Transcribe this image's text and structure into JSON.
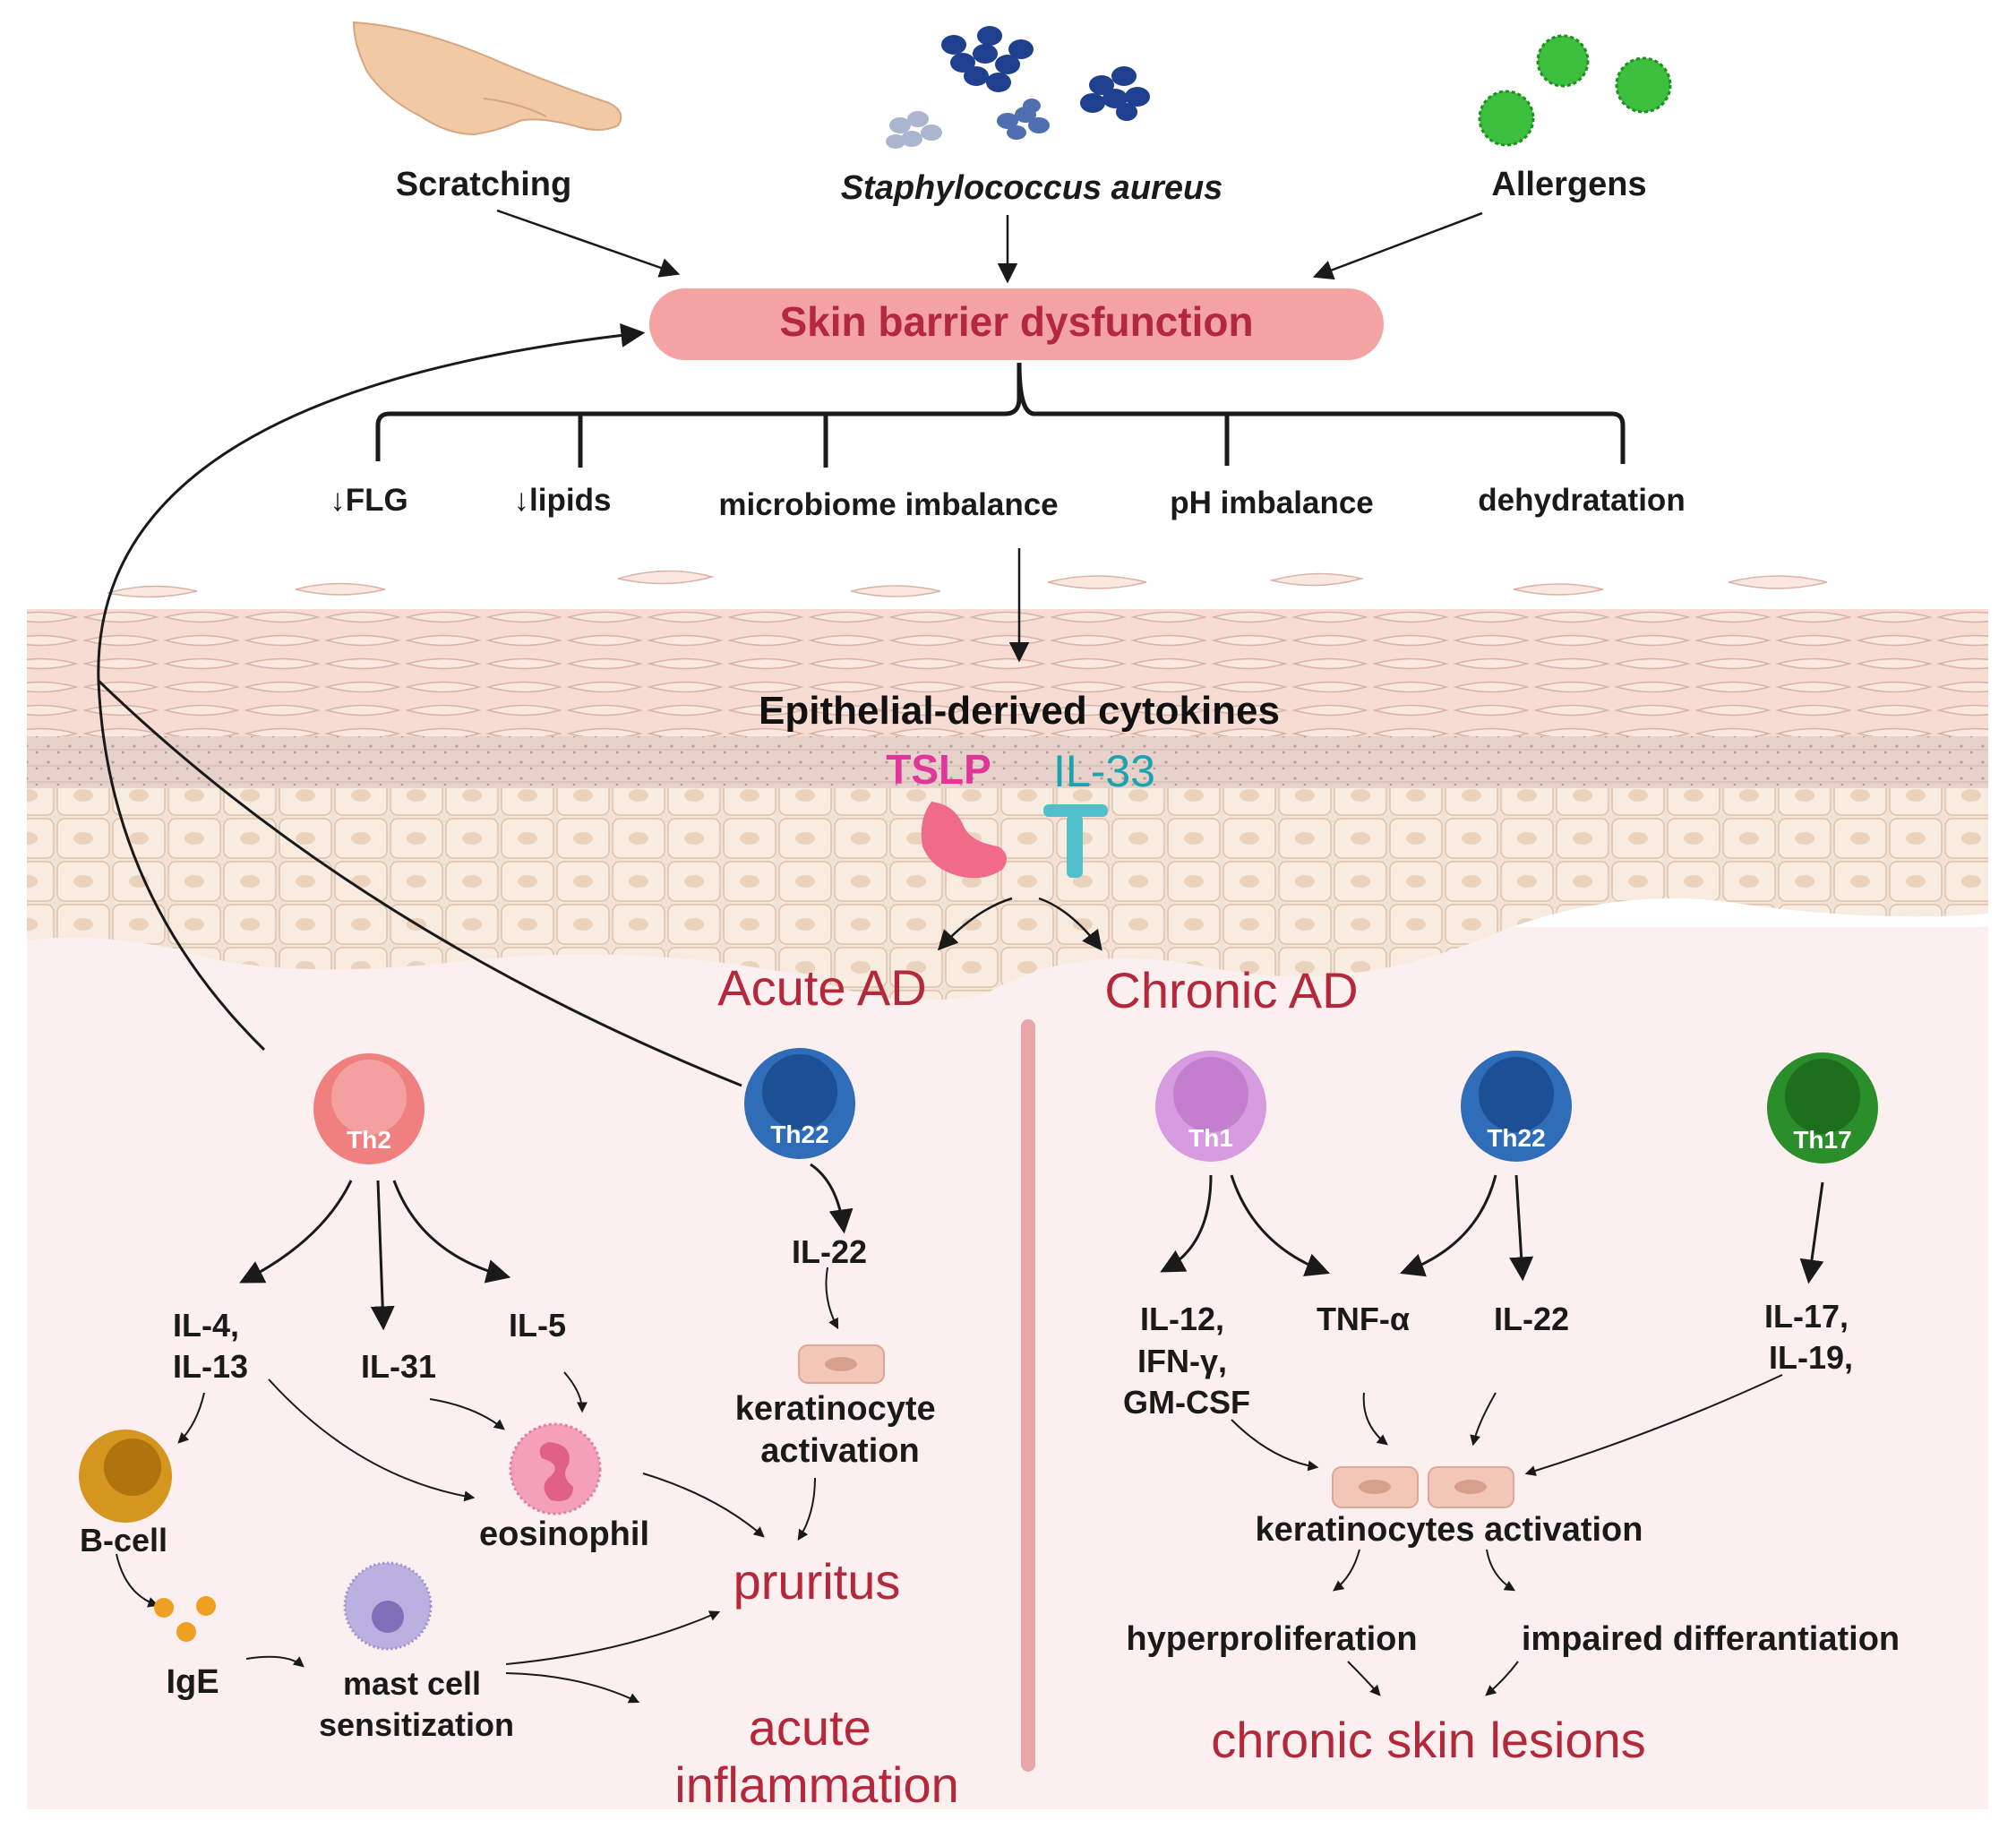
{
  "triggers": {
    "scratching": "Scratching",
    "staph": "Staphylococcus aureus",
    "allergens": "Allergens"
  },
  "barrier": {
    "title": "Skin barrier dysfunction"
  },
  "defects": {
    "flg": "↓FLG",
    "lipids": "↓lipids",
    "microbiome": "microbiome imbalance",
    "ph": "pH imbalance",
    "dehydration": "dehydratation"
  },
  "epithelium": {
    "title": "Epithelial-derived cytokines",
    "tslp": "TSLP",
    "il33": "IL-33"
  },
  "acute": {
    "title": "Acute AD",
    "th2": "Th2",
    "th22": "Th22",
    "il4_13_line1": "IL-4,",
    "il4_13_line2": "IL-13",
    "il31": "IL-31",
    "il5": "IL-5",
    "il22": "IL-22",
    "kera_line1": "keratinocyte",
    "kera_line2": "activation",
    "bcell": "B-cell",
    "eosinophil": "eosinophil",
    "ige": "IgE",
    "mast_line1": "mast cell",
    "mast_line2": "sensitization",
    "pruritus": "pruritus",
    "inflam_line1": "acute",
    "inflam_line2": "inflammation"
  },
  "chronic": {
    "title": "Chronic AD",
    "th1": "Th1",
    "th22": "Th22",
    "th17": "Th17",
    "il12_line1": "IL-12,",
    "il12_line2": "IFN-γ,",
    "il12_line3": "GM-CSF",
    "tnf": "TNF-α",
    "il22": "IL-22",
    "il17_line1": "IL-17,",
    "il17_line2": "IL-19,",
    "kera_activation": "keratinocytes activation",
    "hyper": "hyperproliferation",
    "impaired": "impaired differantiation",
    "lesions": "chronic skin lesions"
  },
  "colors": {
    "barrier_fill": "#f4a3a3",
    "accent_red": "#b3283a",
    "tslp": "#e0359a",
    "il33": "#1aa3b0",
    "th2": "#f08080",
    "th22": "#2f6db8",
    "th1": "#d79be0",
    "th17": "#2a8f2a",
    "dermis": "#fcefef"
  }
}
